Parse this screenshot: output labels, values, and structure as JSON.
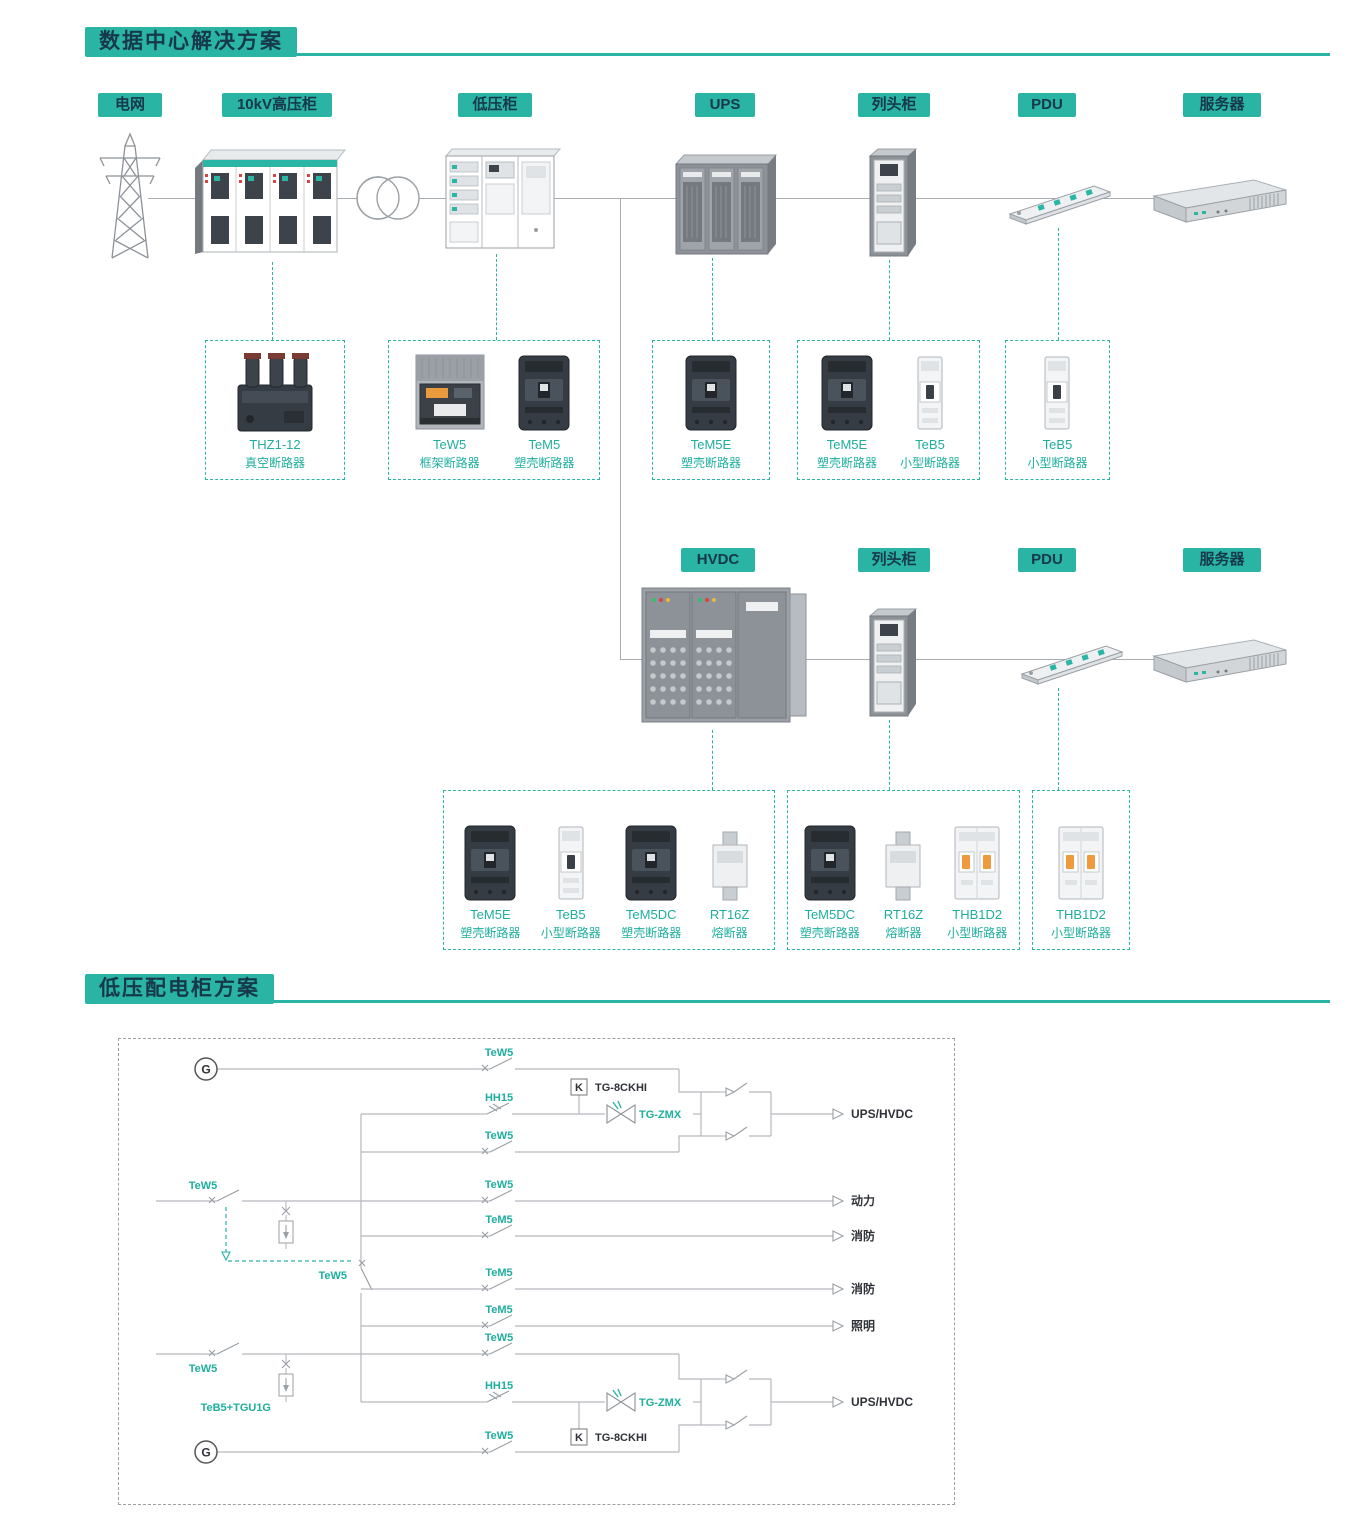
{
  "palette": {
    "accent": "#29b4a4",
    "dark_text": "#16384a",
    "line_gray": "#a8adb2"
  },
  "section1": {
    "title": "数据中心解决方案",
    "chain1": [
      {
        "label": "电网"
      },
      {
        "label": "10kV高压柜"
      },
      {
        "label": "低压柜"
      },
      {
        "label": "UPS"
      },
      {
        "label": "列头柜"
      },
      {
        "label": "PDU"
      },
      {
        "label": "服务器"
      }
    ],
    "boxes1": [
      {
        "products": [
          {
            "name": "THZ1-12",
            "type": "真空断路器"
          }
        ]
      },
      {
        "products": [
          {
            "name": "TeW5",
            "type": "框架断路器"
          },
          {
            "name": "TeM5",
            "type": "塑壳断路器"
          }
        ]
      },
      {
        "products": [
          {
            "name": "TeM5E",
            "type": "塑壳断路器"
          }
        ]
      },
      {
        "products": [
          {
            "name": "TeM5E",
            "type": "塑壳断路器"
          },
          {
            "name": "TeB5",
            "type": "小型断路器"
          }
        ]
      },
      {
        "products": [
          {
            "name": "TeB5",
            "type": "小型断路器"
          }
        ]
      }
    ],
    "chain2": [
      {
        "label": "HVDC"
      },
      {
        "label": "列头柜"
      },
      {
        "label": "PDU"
      },
      {
        "label": "服务器"
      }
    ],
    "boxes2": [
      {
        "products": [
          {
            "name": "TeM5E",
            "type": "塑壳断路器"
          },
          {
            "name": "TeB5",
            "type": "小型断路器"
          },
          {
            "name": "TeM5DC",
            "type": "塑壳断路器"
          },
          {
            "name": "RT16Z",
            "type": "熔断器"
          }
        ]
      },
      {
        "products": [
          {
            "name": "TeM5DC",
            "type": "塑壳断路器"
          },
          {
            "name": "RT16Z",
            "type": "熔断器"
          },
          {
            "name": "THB1D2",
            "type": "小型断路器"
          }
        ]
      },
      {
        "products": [
          {
            "name": "THB1D2",
            "type": "小型断路器"
          }
        ]
      }
    ]
  },
  "section2": {
    "title": "低压配电柜方案",
    "schematic": {
      "top": {
        "gen": "G",
        "feeder1": "TeW5",
        "feeder2": "HH15",
        "feeder3": "TeW5",
        "k": "K",
        "controller": "TG-8CKHI",
        "ats": "TG-ZMX",
        "output": "UPS/HVDC"
      },
      "incomer_top": "TeW5",
      "bus_tie": "TeW5",
      "feeders": [
        {
          "breaker": "TeW5",
          "output": "动力"
        },
        {
          "breaker": "TeM5",
          "output": "消防"
        },
        {
          "breaker": "TeM5",
          "output": "消防"
        },
        {
          "breaker": "TeM5",
          "output": "照明"
        }
      ],
      "incomer_bottom": "TeW5",
      "spd": "TeB5+TGU1G",
      "bottom": {
        "gen": "G",
        "feeder1": "TeW5",
        "feeder2": "HH15",
        "feeder3": "TeW5",
        "k": "K",
        "controller": "TG-8CKHI",
        "ats": "TG-ZMX",
        "output": "UPS/HVDC"
      }
    }
  }
}
